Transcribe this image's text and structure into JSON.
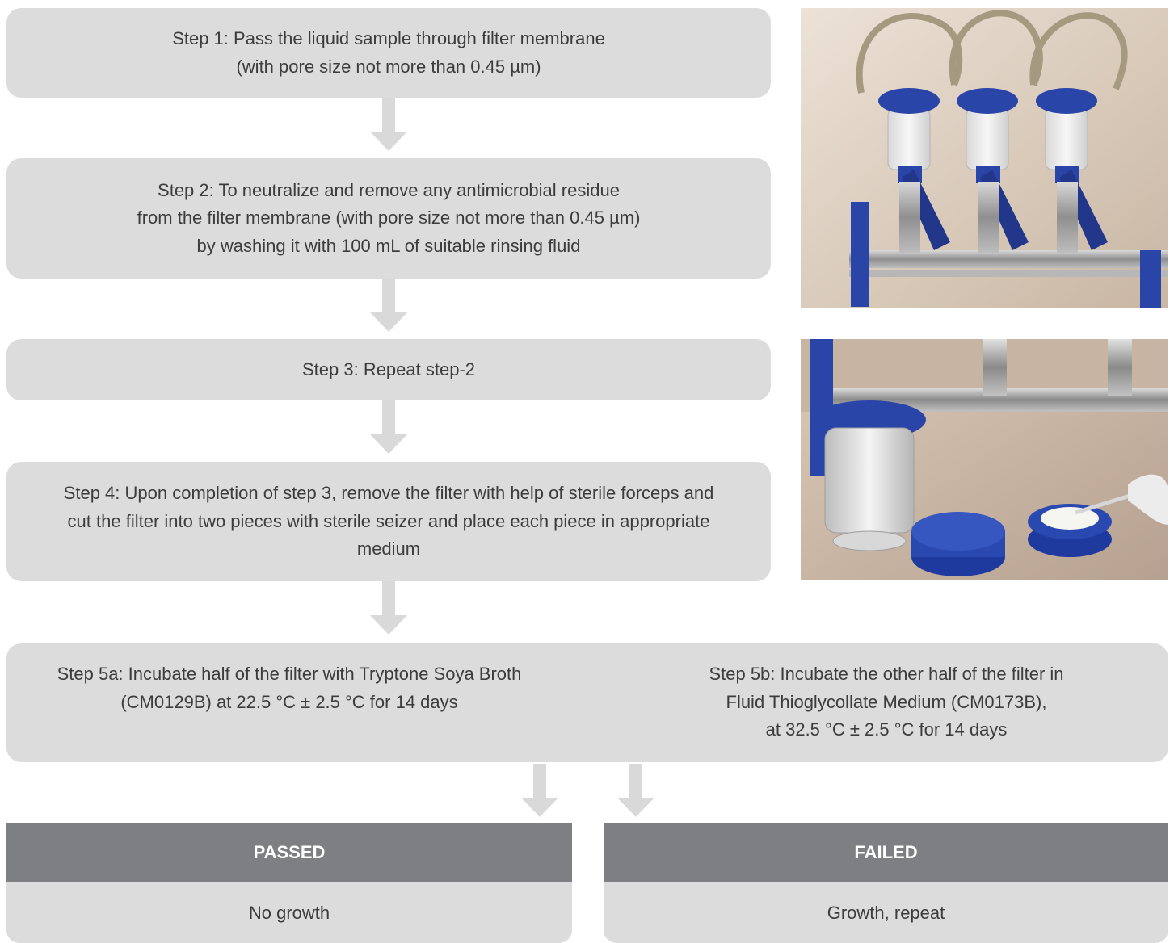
{
  "steps": {
    "step1": "Step 1: Pass the liquid sample through filter membrane\n(with pore size not more than 0.45 µm)",
    "step2": "Step 2: To neutralize and remove any antimicrobial residue\nfrom the filter membrane (with pore size not more than 0.45 µm)\nby washing it with 100 mL of suitable rinsing fluid",
    "step3": "Step 3: Repeat step-2",
    "step4": "Step 4: Upon completion of step 3, remove the filter with help of sterile forceps and\ncut the filter into two pieces with sterile seizer and place each piece in appropriate\nmedium",
    "step5a": "Step 5a: Incubate half of the filter with Tryptone Soya Broth\n(CM0129B) at 22.5 °C ± 2.5 °C for 14 days",
    "step5b": "Step 5b: Incubate the other half of the filter in\nFluid Thioglycollate Medium (CM0173B),\nat 32.5 °C ± 2.5 °C for 14 days"
  },
  "results": {
    "passed": {
      "heading": "PASSED",
      "detail": "No growth"
    },
    "failed": {
      "heading": "FAILED",
      "detail": "Growth, repeat"
    }
  },
  "colors": {
    "box": "#dcdcdc",
    "header": "#7e7f82",
    "arrow": "#d9d9d9",
    "text": "#3c3c3c",
    "lid_blue": "#2a45a8"
  },
  "photos": [
    "filtration-manifold-photo",
    "filter-transfer-photo"
  ]
}
